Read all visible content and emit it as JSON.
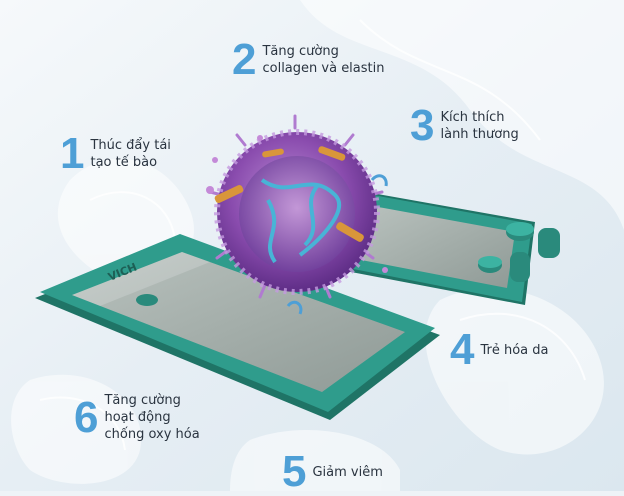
{
  "colors": {
    "number_blue": "#4e9fd6",
    "tray_teal": "#2f9c8c",
    "tray_dark": "#1f7466",
    "glass": "#a8b2ae",
    "virus_purple": "#8a4cae",
    "virus_core": "#6a3a98",
    "helix_blue": "#48b4d6",
    "spike_orange": "#d9963a",
    "background": "#eef3f7"
  },
  "tray_logo": "VICH",
  "benefits": [
    {
      "number": "1",
      "text": "Thúc đẩy tái\ntạo tế bào"
    },
    {
      "number": "2",
      "text": "Tăng cường\ncollagen và elastin"
    },
    {
      "number": "3",
      "text": "Kích thích\nlành thương"
    },
    {
      "number": "4",
      "text": "Trẻ hóa da"
    },
    {
      "number": "5",
      "text": "Giảm viêm"
    },
    {
      "number": "6",
      "text": "Tăng cường\nhoạt động\nchống oxy hóa"
    }
  ]
}
